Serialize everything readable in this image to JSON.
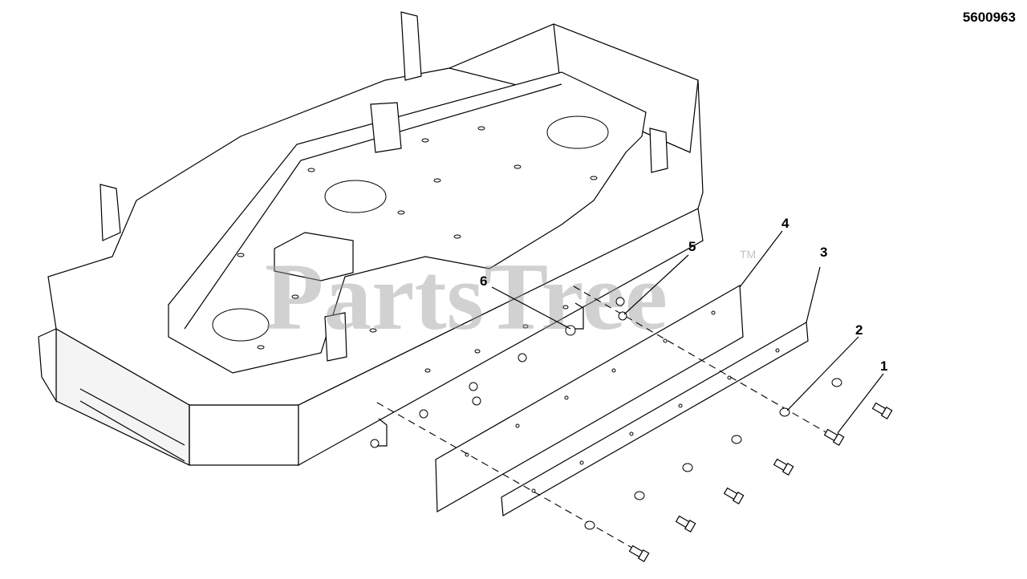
{
  "header": {
    "part_number": "5600963"
  },
  "watermark": {
    "text": "PartsTree",
    "tm": "TM"
  },
  "callouts": [
    "1",
    "2",
    "3",
    "4",
    "5",
    "6"
  ]
}
